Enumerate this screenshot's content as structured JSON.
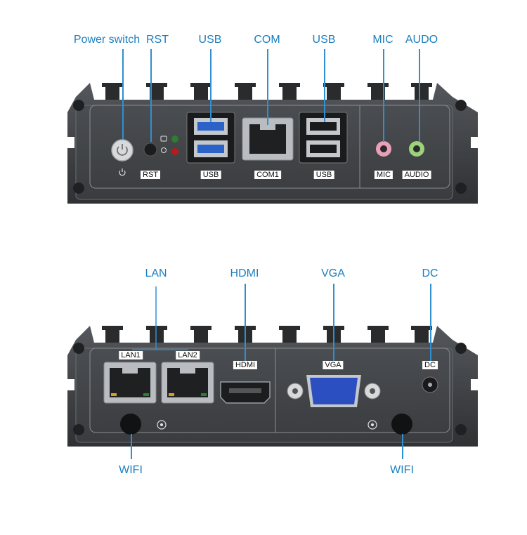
{
  "top_panel": {
    "callouts": {
      "power_switch": "Power switch",
      "rst": "RST",
      "usb_left": "USB",
      "com": "COM",
      "usb_right": "USB",
      "mic": "MIC",
      "audio": "AUDO"
    },
    "labels": {
      "rst": "RST",
      "usb_left": "USB",
      "com1": "COM1",
      "usb_right": "USB",
      "mic": "MIC",
      "audio": "AUDIO"
    }
  },
  "bottom_panel": {
    "callouts": {
      "lan": "LAN",
      "hdmi": "HDMI",
      "vga": "VGA",
      "dc": "DC",
      "wifi_left": "WIFI",
      "wifi_right": "WIFI"
    },
    "labels": {
      "lan1": "LAN1",
      "lan2": "LAN2",
      "hdmi": "HDMI",
      "vga": "VGA",
      "dc": "DC"
    }
  },
  "colors": {
    "callout_text": "#1a7fc0",
    "chassis": "#3d3f42",
    "usb3_blue": "#2a62c8",
    "vga_blue": "#2b4fc0",
    "mic_pink": "#e9a0b6",
    "audio_green": "#9bd27a"
  }
}
